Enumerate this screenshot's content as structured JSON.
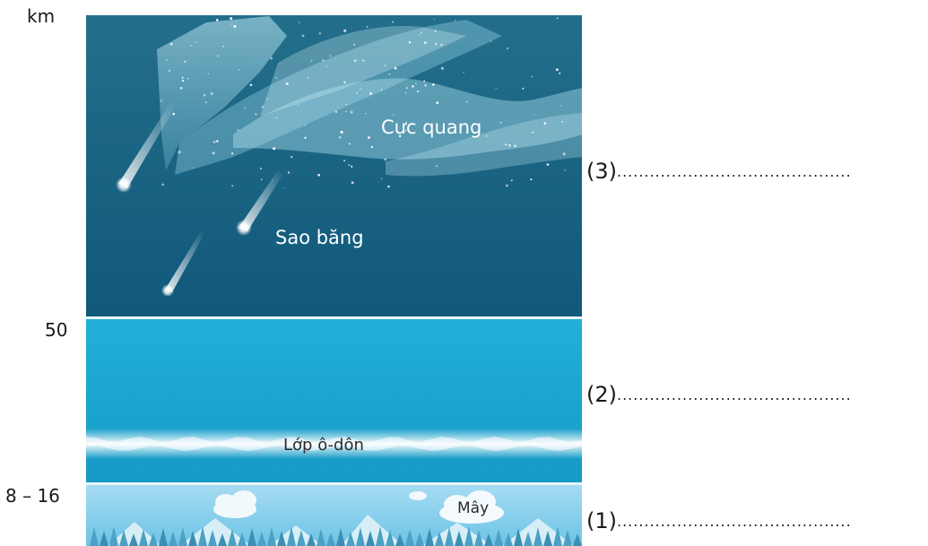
{
  "axis": {
    "unit": "km",
    "tick_top": "50",
    "tick_bottom": "8 – 16"
  },
  "layers": {
    "upper": {
      "label_aurora": "Cực quang",
      "label_meteor": "Sao băng"
    },
    "middle": {
      "label_ozone": "Lớp ô-dôn"
    },
    "lower": {
      "label_cloud": "Mây"
    }
  },
  "blanks": [
    {
      "id": "(3)",
      "dots": "..........................................."
    },
    {
      "id": "(2)",
      "dots": "..........................................."
    },
    {
      "id": "(1)",
      "dots": "..........................................."
    }
  ],
  "colors": {
    "upper_top": "#1f6f8e",
    "upper_bottom": "#135d7a",
    "middle": "#1fa6cf",
    "lower": "#8fd3ee",
    "divider": "#e8f6fb"
  }
}
